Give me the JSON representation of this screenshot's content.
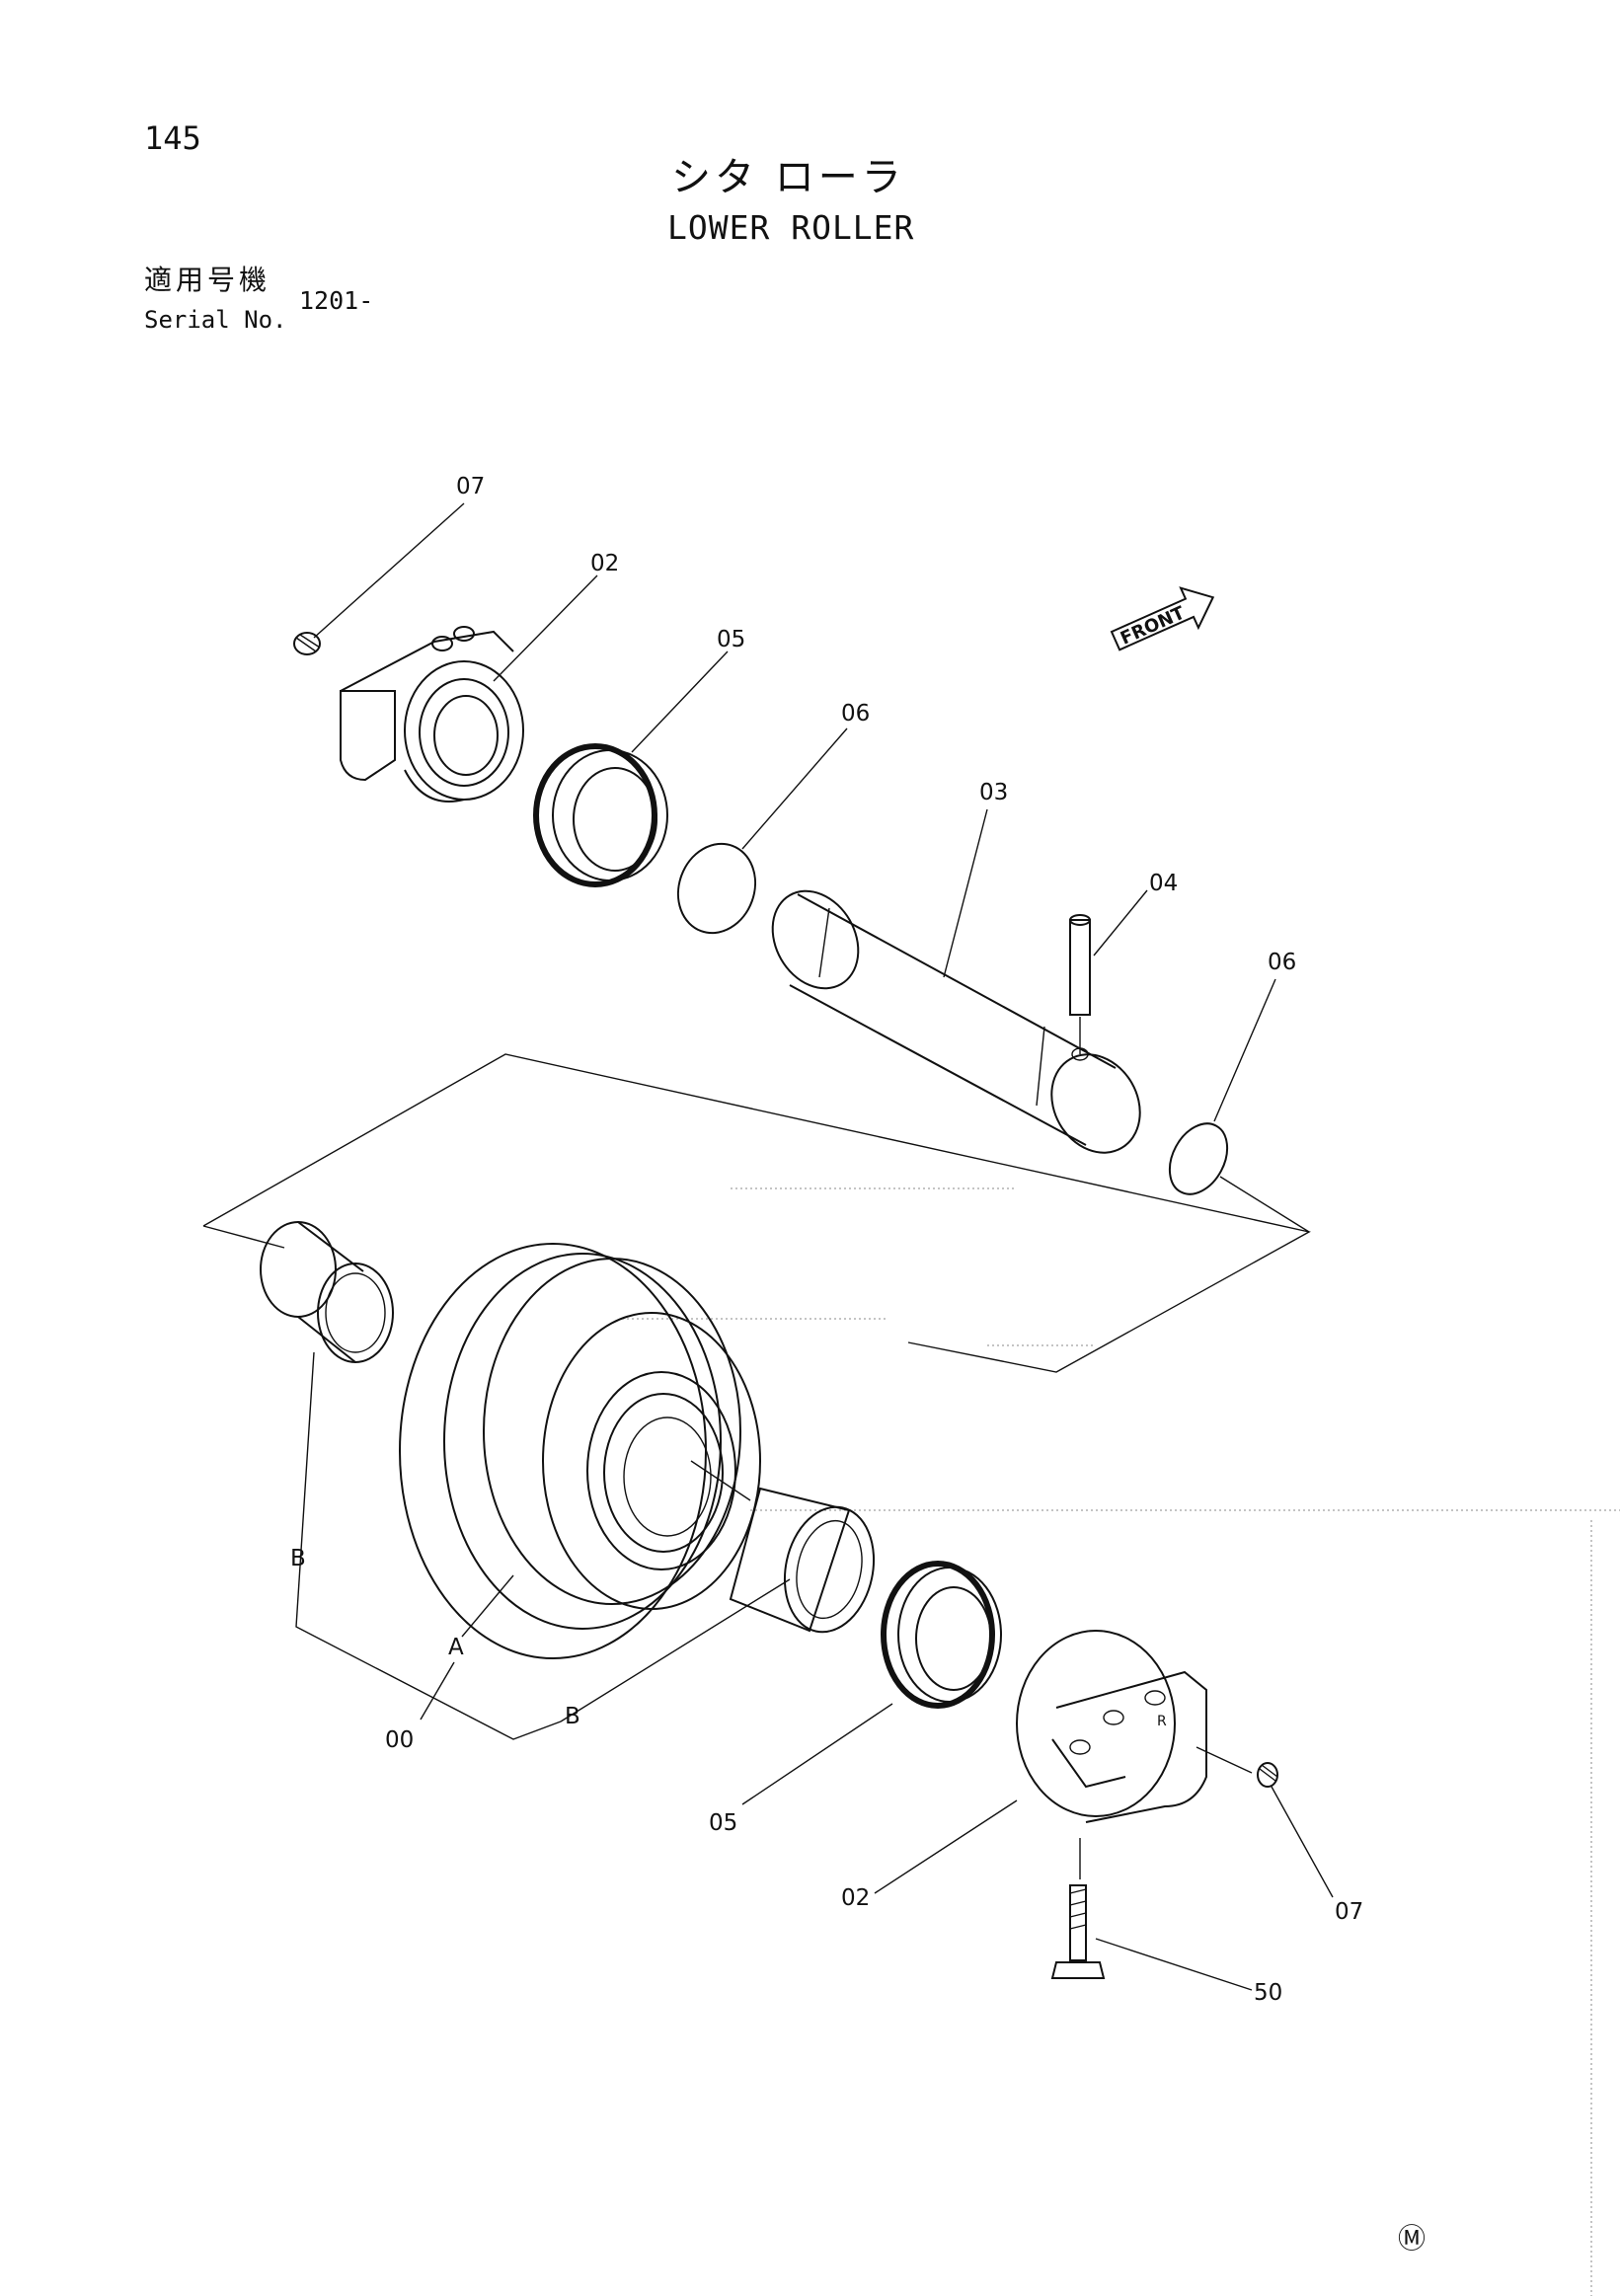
{
  "header": {
    "page_number": "145",
    "title_ja": "シタ ローラ",
    "title_en": "LOWER ROLLER"
  },
  "serial": {
    "label_ja": "適用号機",
    "label_en": "Serial No.",
    "value": "1201-"
  },
  "callouts": {
    "p07_top": "07",
    "p02_top": "02",
    "p05_top": "05",
    "p06_top": "06",
    "p03": "03",
    "p04": "04",
    "p06_right": "06",
    "pB_left": "B",
    "pA": "A",
    "p00": "00",
    "pB_bottom": "B",
    "p05_bottom": "05",
    "p02_bottom": "02",
    "p07_bottom": "07",
    "p50": "50"
  },
  "front_label": "FRONT",
  "footer_mark": "Ⓜ"
}
